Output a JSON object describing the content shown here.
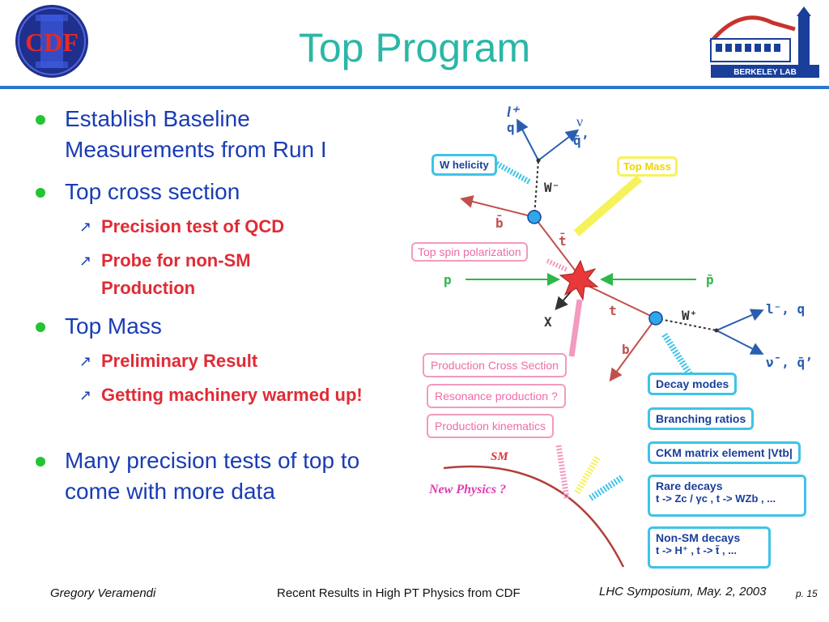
{
  "title": "Top Program",
  "logos": {
    "left_text": "CDF"
  },
  "bullets": [
    {
      "text": "Establish Baseline Measurements from Run I",
      "subs": []
    },
    {
      "text": "Top cross section",
      "subs": [
        "Precision test of QCD",
        "Probe for non-SM Production"
      ]
    },
    {
      "text": "Top Mass",
      "subs": [
        "Preliminary Result",
        "Getting machinery warmed up!"
      ]
    },
    {
      "text": "Many precision tests of top to come with more data",
      "subs": []
    }
  ],
  "diagram": {
    "particles": {
      "l_plus": "l⁺",
      "q1": "q",
      "nu1": "ν",
      "qbar1": "q̄’",
      "w_minus": "W⁻",
      "bbar": "b̄",
      "tbar": "t̄",
      "p": "p",
      "pbar": "p̄",
      "x": "X",
      "t": "t",
      "w_plus": "W⁺",
      "b": "b",
      "l_minus": "l⁻, q",
      "nu2": "ν̄ , q̄’"
    },
    "boxes": {
      "w_helicity": "W helicity",
      "top_mass": "Top Mass",
      "spin": "Top spin polarization",
      "cross_section": "Production Cross Section",
      "resonance": "Resonance production ?",
      "kinematics": "Production kinematics",
      "decay_modes": "Decay modes",
      "branching": "Branching ratios",
      "ckm": "CKM matrix element |Vtb|",
      "rare_title": "Rare decays",
      "rare_body": "t -> Zc / γc ,  t -> WZb , ...",
      "nonsm_title": "Non-SM decays",
      "nonsm_body": "t -> H⁺ ,  t -> t̃ , ..."
    },
    "sm": "SM",
    "new_physics": "New Physics ?"
  },
  "footer": {
    "author": "Gregory Veramendi",
    "center": "Recent Results in High PT Physics from CDF",
    "event": "LHC Symposium, May. 2, 2003",
    "page": "p. 15"
  }
}
